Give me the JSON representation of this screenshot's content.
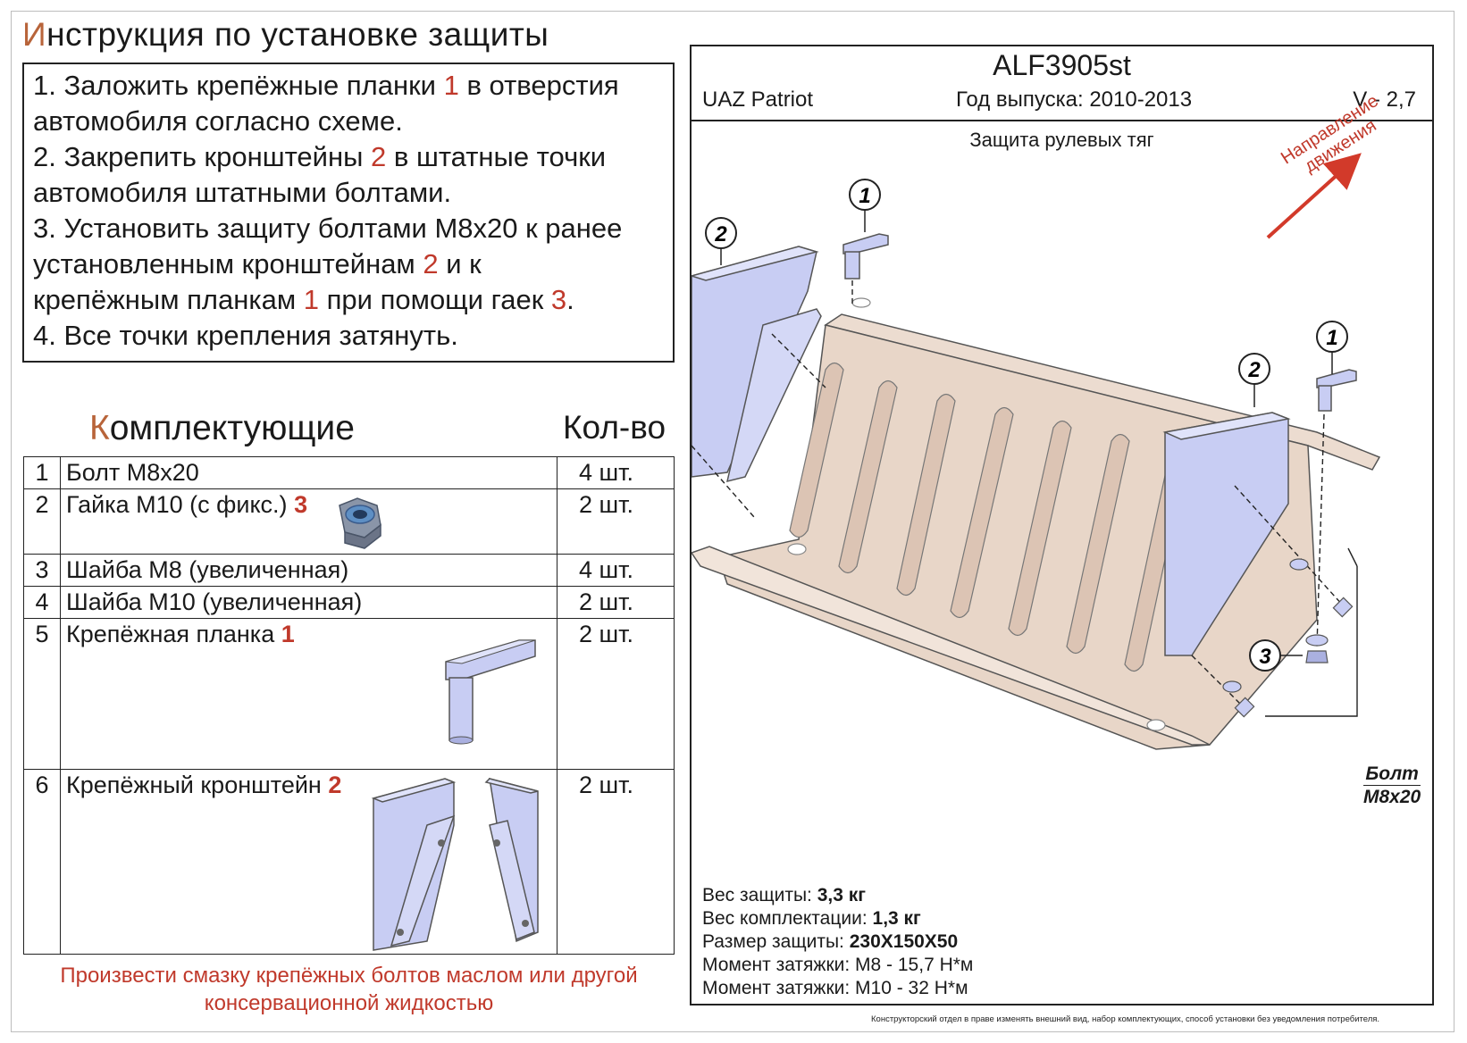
{
  "title": {
    "first_letter": "И",
    "rest": "нструкция по установке защиты"
  },
  "instructions": {
    "s1": {
      "a": "1. Заложить крепёжные планки ",
      "b": "1",
      "c": " в отверстия",
      "d": "автомобиля согласно схеме."
    },
    "s2": {
      "a": "2. Закрепить кронштейны ",
      "b": "2",
      "c": " в штатные точки",
      "d": "автомобиля штатными болтами."
    },
    "s3": {
      "a": "3. Установить защиту болтами М8х20 к ранее",
      "b": "установленным кронштейнам ",
      "c": "2",
      "d": " и к",
      "e": "крепёжным планкам ",
      "f": "1",
      "g": " при помощи гаек ",
      "h": "3",
      "i": "."
    },
    "s4": "4. Все точки крепления затянуть."
  },
  "parts_header": {
    "first_letter": "К",
    "rest": "омплектующие",
    "qty": "Кол-во"
  },
  "parts": [
    {
      "num": "1",
      "name": "Болт М8х20",
      "ref": "",
      "qty": "4 шт."
    },
    {
      "num": "2",
      "name": "Гайка М10 (с фикс.) ",
      "ref": "3",
      "qty": "2 шт."
    },
    {
      "num": "3",
      "name": "Шайба М8 (увеличенная)",
      "ref": "",
      "qty": "4 шт."
    },
    {
      "num": "4",
      "name": "Шайба М10 (увеличенная)",
      "ref": "",
      "qty": "2 шт."
    },
    {
      "num": "5",
      "name": "Крепёжная планка ",
      "ref": "1",
      "qty": "2 шт."
    },
    {
      "num": "6",
      "name": "Крепёжный кронштейн ",
      "ref": "2",
      "qty": "2 шт."
    }
  ],
  "note": "Произвести смазку крепёжных болтов маслом или другой консервационной жидкостью",
  "header": {
    "model": "ALF3905st",
    "car": "UAZ Patriot",
    "year": "Год выпуска: 2010-2013",
    "version": "V - 2,7"
  },
  "product": "Защита рулевых тяг",
  "direction": {
    "line1": "Направление",
    "line2": "движения"
  },
  "bolt_label": {
    "line1": "Болт",
    "line2": "М8х20"
  },
  "callouts": [
    "1",
    "2",
    "1",
    "2",
    "3"
  ],
  "specs": {
    "weight_label": "Вес защиты: ",
    "weight": "3,3 кг",
    "kit_label": "Вес комплектации: ",
    "kit": "1,3 кг",
    "size_label": "Размер защиты: ",
    "size": "230Х150Х50",
    "torque8": "Момент затяжки: М8 - 15,7 Н*м",
    "torque10": "Момент затяжки: М10 - 32 Н*м"
  },
  "disclaimer": "Конструкторский отдел в праве изменять внешний вид, набор комплектующих, способ установки без уведомления потребителя.",
  "colors": {
    "accent": "#c0392b",
    "plate": "#e8d6c8",
    "bracket": "#c8cdf3"
  }
}
